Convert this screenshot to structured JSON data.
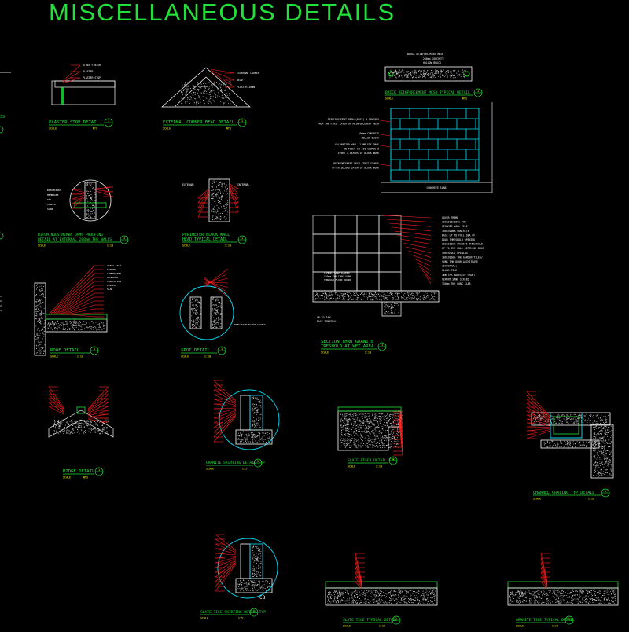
{
  "sheet": {
    "title": "MISCELLANEOUS DETAILS"
  },
  "details": [
    {
      "id": "plaster-stop",
      "title": "PLASTER STOP DETAIL",
      "scale": "SCALE",
      "ratio": "NTS",
      "notes": [
        "OTHER FINISH",
        "PLASTER",
        "PLASTER STOP"
      ]
    },
    {
      "id": "corner-bead",
      "title": "EXTERNAL CORNER BEAD DETAIL",
      "scale": "SCALE",
      "ratio": "NTS",
      "notes": [
        "EXTERNAL CORNER",
        "BEAD",
        "PLASTER 20mm"
      ]
    },
    {
      "id": "brick-mesh",
      "title": "BRICK REINFORCEMENT MESH TYPICAL DETAIL",
      "scale": "SCALE",
      "ratio": "NTS",
      "notes": [
        "BLOCK REINFORCEMENT MESH",
        "200mm CONCRETE",
        "HOLLOW BLOCK",
        "REINFORCEMENT MESH-(DUCT) 4 COURSES",
        "FROM THE FIRST LAYER OF REINFORCEMENT MESH",
        "200mm CONCRETE",
        "HOLLOW BLOCK",
        "GALVANIZED WALL CLAMP FIX ONCE",
        "ON TIGHT IN 100 COURSE @",
        "EVERY 4-LAYERS OF BLOCK WORK",
        "REINFORCEMENT MESH-FIRST COURSE",
        "AFTER SECOND LAYER OF BLOCK WORK",
        "CONCRETE SLAB"
      ]
    },
    {
      "id": "damp-proofing",
      "title": "BITUMINOUS MEMBR DAMP PROOFING",
      "subtitle": "DETAIL AT EXTERNAL 200mm THK WALLS",
      "scale": "SCALE",
      "ratio": "1:10"
    },
    {
      "id": "perimeter-wall",
      "title": "PERIMETER BLOCK WALL",
      "subtitle": "HEAD TYPICAL DETAIL",
      "scale": "SCALE",
      "ratio": "1:10",
      "notes": [
        "EXTERNAL",
        "INTERNAL"
      ]
    },
    {
      "id": "threshold",
      "title": "SECTION THRU GRANITE",
      "subtitle": "TRESHOLD AT WET AREA",
      "scale": "SCALE",
      "ratio": "1:10",
      "notes": [
        "COVER FRAME",
        "300x300x10mm THK",
        "CERAMIC WALL TILE",
        "100x300mm CONCRETE",
        "BASE UP TO FULL SEA OF",
        "DOOR THRESHOLD OPENING",
        "300x300mm GRANITE THRESHOLD",
        "UP TO THE FULL DEPTH OF DOOR",
        "THRESHOLD OPENING",
        "100x300mm THK GARDEN TILES/",
        "SUNK THK DOOR ARCHITRAVE",
        "(EXTERNAL)",
        "FLOOR TILE",
        "3mm THK ADHESIVE GROUT",
        "CEMENT SAND SCREED",
        "150mm THK CONC SLAB",
        "UP TO SAW",
        "BASE TERMINAL"
      ]
    },
    {
      "id": "roof",
      "title": "ROOF DETAIL",
      "scale": "SCALE",
      "ratio": "1:10"
    },
    {
      "id": "spot",
      "title": "SPOT DETAIL",
      "scale": "SCALE",
      "ratio": "1:10",
      "notes": [
        "PRECISION FLUSH ACCESS"
      ]
    },
    {
      "id": "ridge",
      "title": "RIDGE DETAIL",
      "scale": "SCALE",
      "ratio": "NTS"
    },
    {
      "id": "granite-skirting",
      "title": "GRANITE SKIRTING DETAIL TYP",
      "scale": "SCALE",
      "ratio": "1:5"
    },
    {
      "id": "slate-riser",
      "title": "SLATE RISER DETAIL TYP",
      "scale": "SCALE",
      "ratio": "1:10"
    },
    {
      "id": "channel-grating",
      "title": "CHANNEL GRATING TYP DETAIL",
      "scale": "SCALE",
      "ratio": "1:10"
    },
    {
      "id": "slate-skirting",
      "title": "SLATE TILE SKIRTING DETAIL TYP",
      "scale": "SCALE",
      "ratio": "1:5",
      "notes": [
        "CB"
      ]
    },
    {
      "id": "slate-tile",
      "title": "SLATE TILE TYPICAL DETAIL",
      "scale": "SCALE",
      "ratio": "1:10"
    },
    {
      "id": "granite-tile",
      "title": "GRANITE TILE TYPICAL DETAIL",
      "scale": "SCALE",
      "ratio": "1:10"
    }
  ],
  "colors": {
    "background": "#000000",
    "title": "#22e03a",
    "leader": "#ff2020",
    "annotation": "#ffffff",
    "outline": "#00e5ff",
    "caption": "#22e03a",
    "hatch": "#b8b8b8",
    "tag": "#ffff00"
  }
}
